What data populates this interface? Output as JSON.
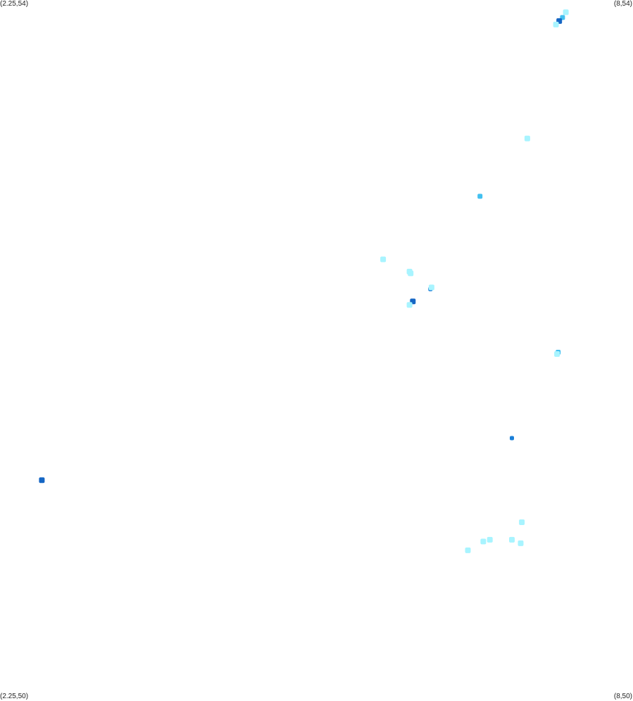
{
  "corners": {
    "top_left": "(2.25,54)",
    "top_right": "(8,54)",
    "bottom_left": "(2.25,50)",
    "bottom_right": "(8,50)"
  },
  "extent": {
    "lon_min": 2.25,
    "lon_max": 8,
    "lat_min": 50,
    "lat_max": 54
  },
  "colors": {
    "background": "#ffffff",
    "low": "#a8f4ff",
    "mid": "#42c0f0",
    "high": "#1a7fd8",
    "peak": "#1566c4"
  },
  "features": [
    {
      "lon": 7.39,
      "lat": 53.93,
      "level": "low"
    },
    {
      "lon": 7.36,
      "lat": 53.9,
      "level": "mid"
    },
    {
      "lon": 7.33,
      "lat": 53.88,
      "level": "peak"
    },
    {
      "lon": 7.3,
      "lat": 53.86,
      "level": "low"
    },
    {
      "lon": 7.04,
      "lat": 53.21,
      "level": "low"
    },
    {
      "lon": 6.61,
      "lat": 52.88,
      "level": "mid"
    },
    {
      "lon": 5.73,
      "lat": 52.52,
      "level": "low"
    },
    {
      "lon": 5.97,
      "lat": 52.45,
      "level": "low"
    },
    {
      "lon": 5.98,
      "lat": 52.44,
      "level": "low"
    },
    {
      "lon": 6.16,
      "lat": 52.35,
      "level": "high"
    },
    {
      "lon": 6.17,
      "lat": 52.36,
      "level": "low"
    },
    {
      "lon": 6.0,
      "lat": 52.28,
      "level": "peak"
    },
    {
      "lon": 5.97,
      "lat": 52.26,
      "level": "low"
    },
    {
      "lon": 7.32,
      "lat": 51.99,
      "level": "mid"
    },
    {
      "lon": 7.31,
      "lat": 51.98,
      "level": "low"
    },
    {
      "lon": 6.9,
      "lat": 51.5,
      "level": "high"
    },
    {
      "lon": 2.63,
      "lat": 51.26,
      "level": "peak"
    },
    {
      "lon": 6.99,
      "lat": 51.02,
      "level": "low"
    },
    {
      "lon": 6.7,
      "lat": 50.92,
      "level": "low"
    },
    {
      "lon": 6.64,
      "lat": 50.91,
      "level": "low"
    },
    {
      "lon": 6.9,
      "lat": 50.92,
      "level": "low"
    },
    {
      "lon": 6.98,
      "lat": 50.9,
      "level": "low"
    },
    {
      "lon": 6.5,
      "lat": 50.86,
      "level": "low"
    }
  ]
}
